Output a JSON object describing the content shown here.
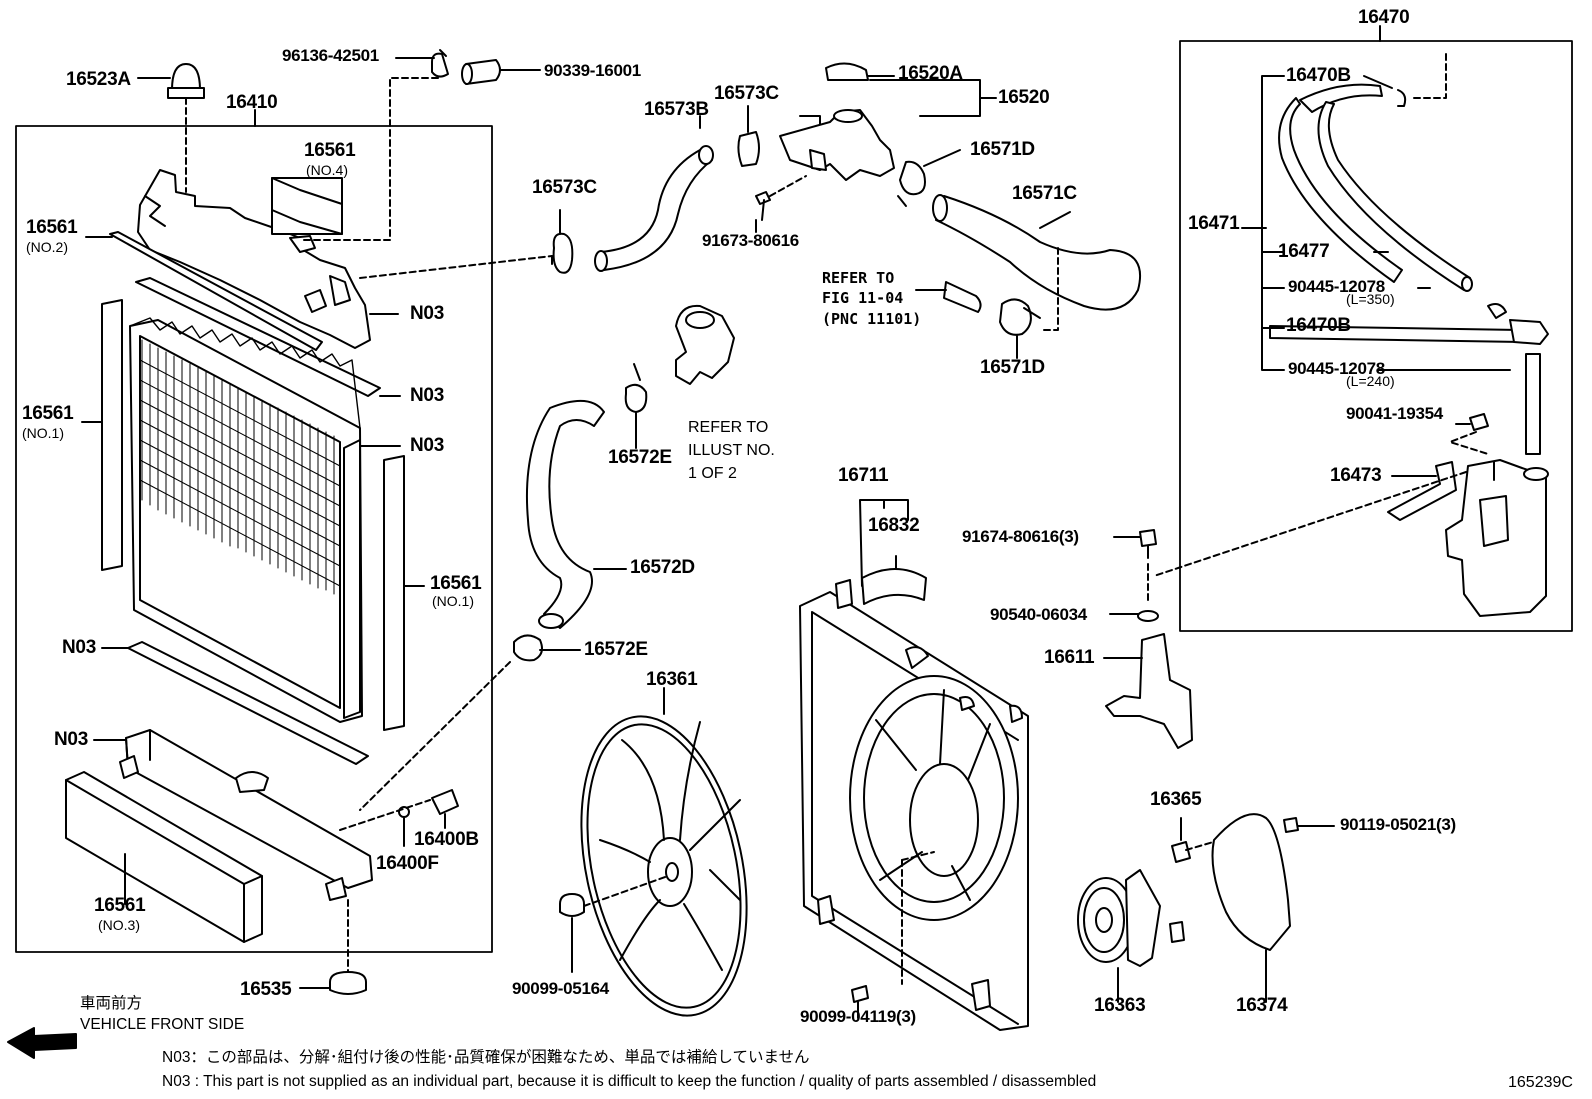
{
  "labels": {
    "p16470": "16470",
    "p96136": "96136-42501",
    "p90339": "90339-16001",
    "p16523A": "16523A",
    "p16410": "16410",
    "p16561_no4": "16561",
    "no4": "(NO.4)",
    "p16561_no2": "16561",
    "no2": "(NO.2)",
    "p16573B": "16573B",
    "p16573C_top": "16573C",
    "p16520A": "16520A",
    "p16520": "16520",
    "p16571D_top": "16571D",
    "p16571C": "16571C",
    "p16573C_left": "16573C",
    "p91673": "91673-80616",
    "p16470B_top": "16470B",
    "p16471": "16471",
    "p16477": "16477",
    "p90445_a": "90445-12078",
    "l350": "(L=350)",
    "p16470B_mid": "16470B",
    "p90445_b": "90445-12078",
    "l240": "(L=240)",
    "n03_a": "N03",
    "n03_b": "N03",
    "n03_c": "N03",
    "p16561_no1_left": "16561",
    "no1_left": "(NO.1)",
    "p16571D_bot": "16571D",
    "p16572E_top": "16572E",
    "p90041": "90041-19354",
    "p16473": "16473",
    "p16711": "16711",
    "p16832": "16832",
    "p91674": "91674-80616(3)",
    "p16572D": "16572D",
    "p16561_no1_right": "16561",
    "no1_right": "(NO.1)",
    "p90540": "90540-06034",
    "n03_d": "N03",
    "p16572E_bot": "16572E",
    "p16361": "16361",
    "p16611": "16611",
    "n03_e": "N03",
    "p16365": "16365",
    "p90119": "90119-05021(3)",
    "p16400B": "16400B",
    "p16400F": "16400F",
    "p16561_no3": "16561",
    "no3": "(NO.3)",
    "p16535": "16535",
    "p90099_05164": "90099-05164",
    "p90099_04119": "90099-04119(3)",
    "p16363": "16363",
    "p16374": "16374"
  },
  "refer_fig": "REFER TO\nFIG 11-04\n(PNC 11101)",
  "refer_illust": "REFER TO\nILLUST NO.\n1 OF 2",
  "front_side": "車両前方\nVEHICLE FRONT SIDE",
  "note_jp": "N03：この部品は、分解･組付け後の性能･品質確保が困難なため、単品では補給していません",
  "note_en": "N03 : This part is not supplied as an individual part, because it is difficult to keep the function / quality of parts assembled / disassembled",
  "diagram_code": "165239C"
}
